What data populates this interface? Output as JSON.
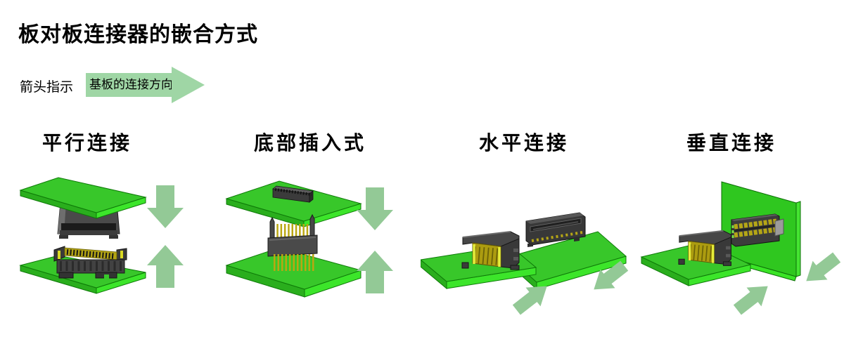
{
  "page": {
    "title": "板对板连接器的嵌合方式",
    "background_color": "#ffffff"
  },
  "legend": {
    "prefix_label": "箭头指示",
    "arrow_label": "基板的连接方向",
    "arrow_color": "#9fd6a5"
  },
  "colors": {
    "board_green_top": "#38c72a",
    "board_green_light_edge": "#3ce52a",
    "board_green_dark_edge": "#2aae1d",
    "diagram_arrow_green": "#93c996",
    "connector_body_gray": "#4a4a4a",
    "connector_contact_gold": "#b3a414"
  },
  "sections": [
    {
      "label": "平行连接",
      "mating_arrows": [
        "down-arrow",
        "up-arrow"
      ]
    },
    {
      "label": "底部插入式",
      "mating_arrows": [
        "down-arrow",
        "up-arrow"
      ]
    },
    {
      "label": "水平连接",
      "mating_arrows": [
        "up-right-arrow",
        "down-left-arrow"
      ]
    },
    {
      "label": "垂直连接",
      "mating_arrows": [
        "up-right-arrow",
        "down-left-arrow"
      ]
    }
  ]
}
